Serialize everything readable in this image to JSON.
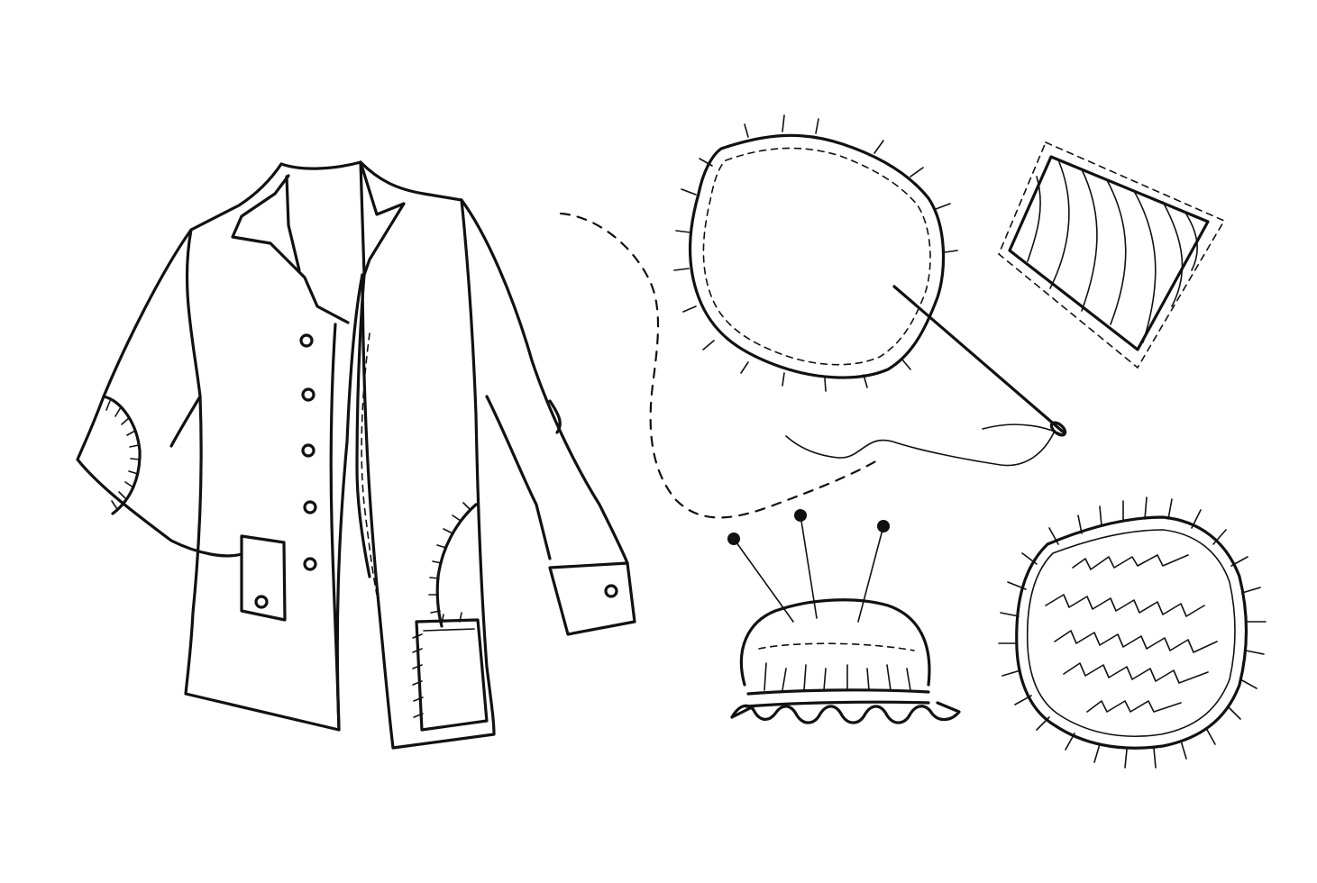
{
  "scene": {
    "background_color": "#ffffff",
    "ink_color": "#111111",
    "style": "line-art doodle",
    "objects": [
      "jacket-with-patches",
      "stitching-thread-path",
      "embroidery-hoop-with-needle",
      "striped-square-patch",
      "pin-cushion-with-pins",
      "zigzag-round-patch"
    ]
  }
}
